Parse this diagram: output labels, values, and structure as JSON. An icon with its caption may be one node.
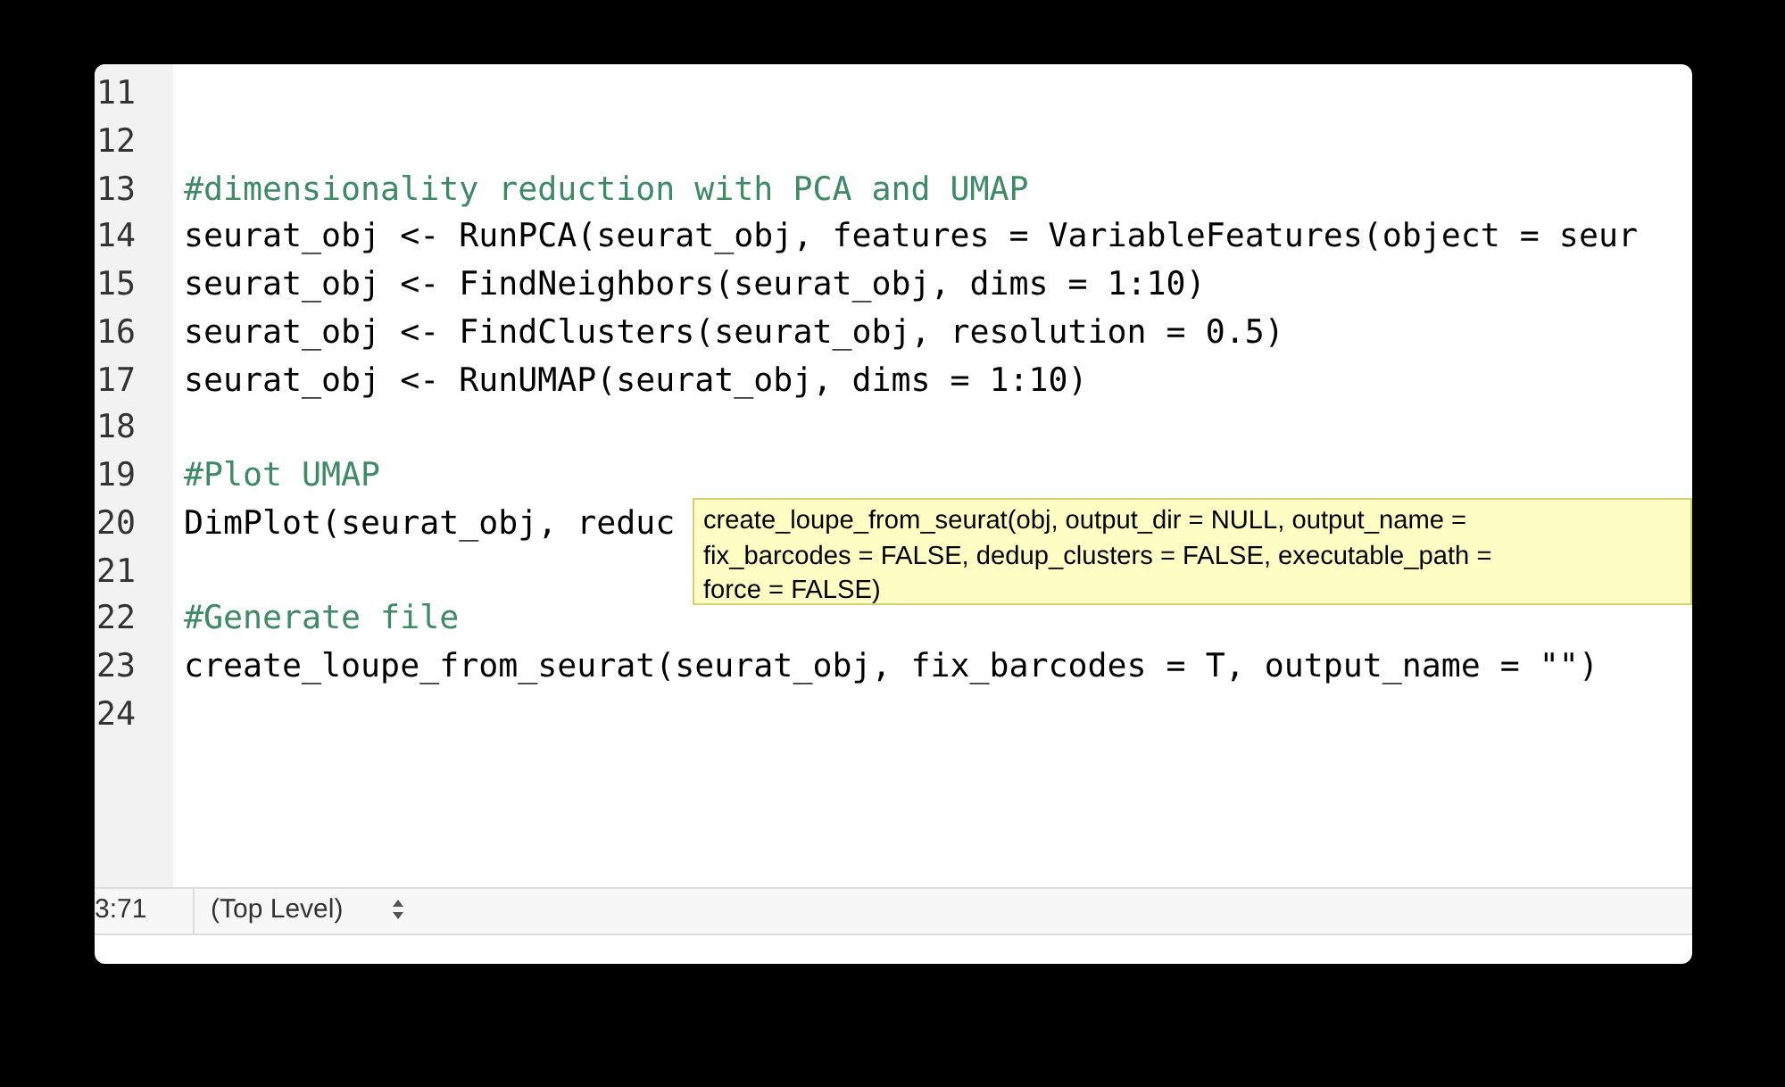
{
  "diagram": {
    "nodes": [
      {
        "text": [
          "create_loupe_from_seurat(obj, output_dir = NULL, output_name =",
          "fix_barcodes = FALSE, dedup_clusters = FALSE, executable_path =",
          "force = FALSE)"
        ]
      }
    ],
    "labels": [
      "11",
      "12",
      "13",
      "#dimensionality reduction with PCA and UMAP",
      "14",
      "seurat_obj <- RunPCA(seurat_obj, features = VariableFeatures(object = seur",
      "15",
      "seurat_obj <- FindNeighbors(seurat_obj, dims = 1:10)",
      "16",
      "seurat_obj <- FindClusters(seurat_obj, resolution = 0.5)",
      "17",
      "seurat_obj <- RunUMAP(seurat_obj, dims = 1:10)",
      "18",
      "19",
      "#Plot UMAP",
      "20",
      "DimPlot(seurat_obj, reduc",
      "21",
      "22",
      "#Generate file",
      "23",
      "create_loupe_from_seurat(seurat_obj, fix_barcodes = T, output_name = \"\")",
      "24",
      "3:71",
      "(Top Level)"
    ]
  }
}
